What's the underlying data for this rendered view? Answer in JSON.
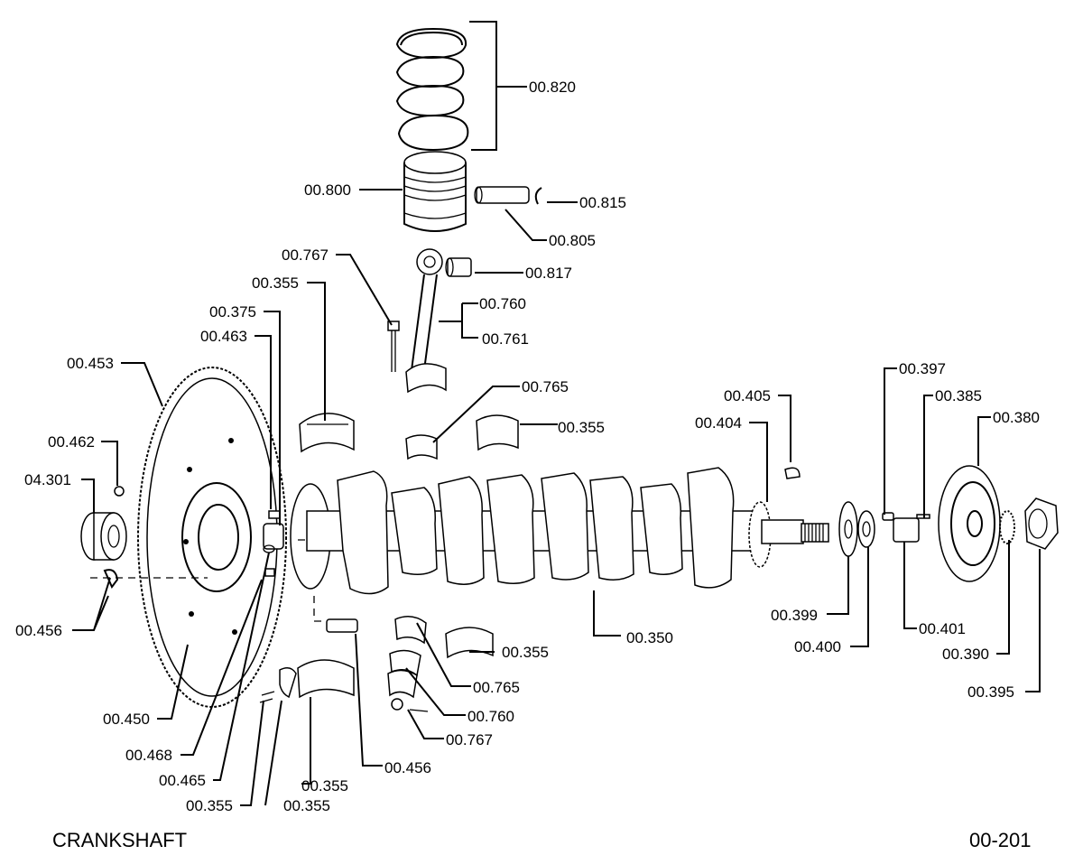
{
  "title": "CRANKSHAFT",
  "diagram_code": "00-201",
  "part_labels": [
    "00.820",
    "00.800",
    "00.815",
    "00.805",
    "00.817",
    "00.767",
    "00.355",
    "00.760",
    "00.761",
    "00.375",
    "00.463",
    "00.453",
    "00.765",
    "00.355",
    "00.405",
    "00.397",
    "00.385",
    "00.404",
    "00.380",
    "00.462",
    "04.301",
    "00.456",
    "00.450",
    "00.468",
    "00.465",
    "00.355",
    "00.355",
    "00.355",
    "00.456",
    "00.355",
    "00.765",
    "00.760",
    "00.767",
    "00.350",
    "00.399",
    "00.400",
    "00.401",
    "00.390",
    "00.395"
  ]
}
